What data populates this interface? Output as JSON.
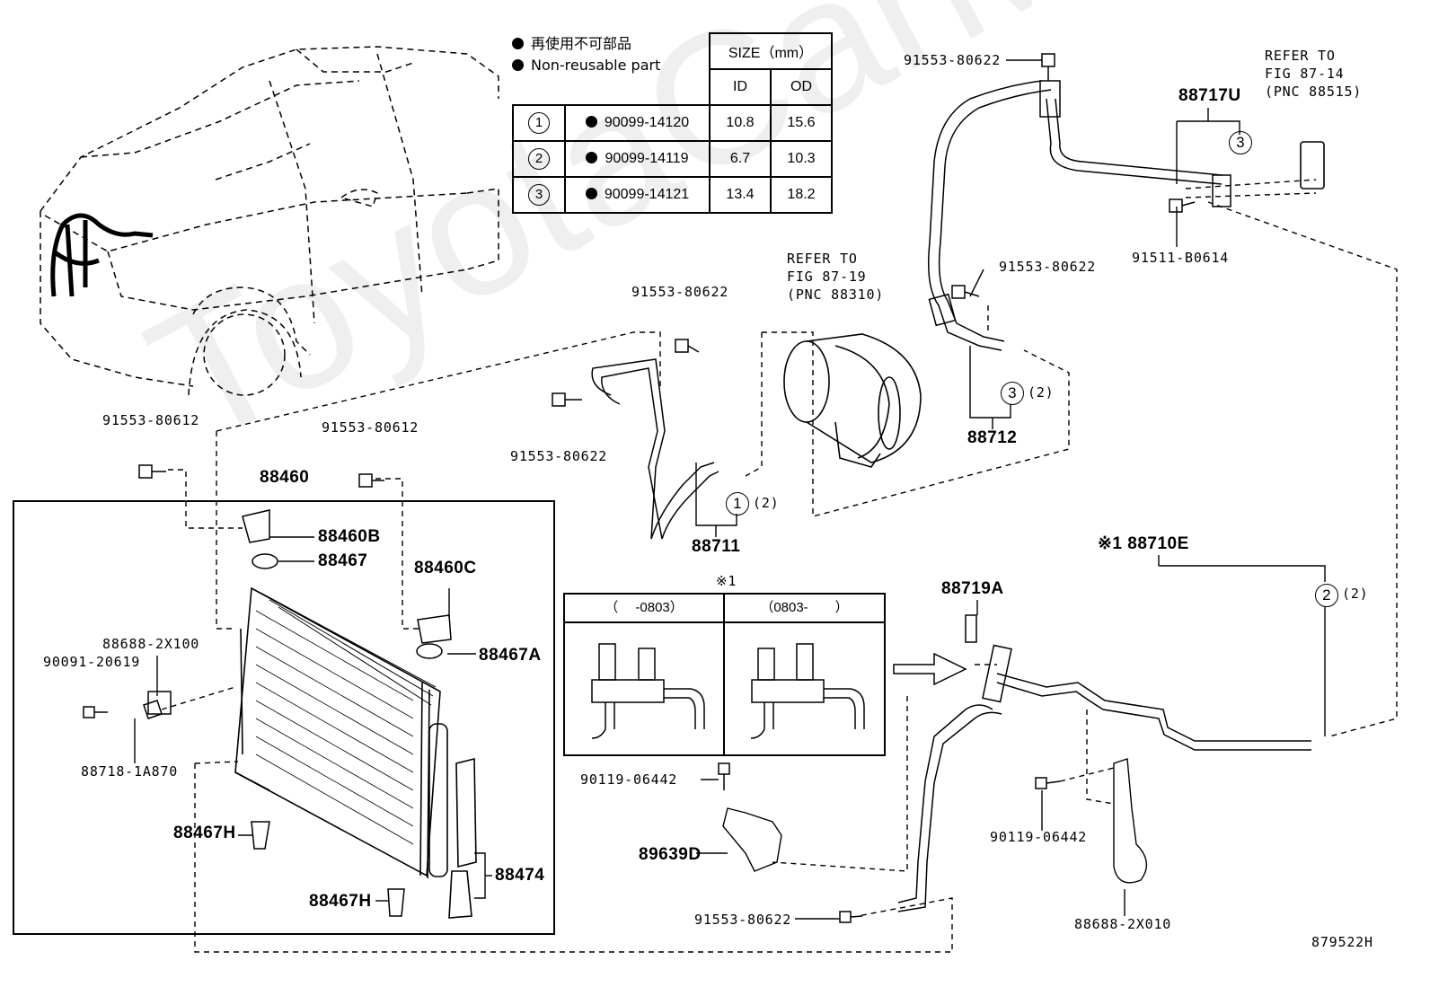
{
  "legend": {
    "jp": "再使用不可部品",
    "en": "Non-reusable part"
  },
  "size_table": {
    "header": "SIZE（mm）",
    "col_id": "ID",
    "col_od": "OD",
    "rows": [
      {
        "num": "1",
        "part": "90099-14120",
        "id": "10.8",
        "od": "15.6"
      },
      {
        "num": "2",
        "part": "90099-14119",
        "id": "6.7",
        "od": "10.3"
      },
      {
        "num": "3",
        "part": "90099-14121",
        "id": "13.4",
        "od": "18.2"
      }
    ]
  },
  "refs": {
    "ref1": [
      "REFER TO",
      "FIG 87-19",
      "(PNC 88310)"
    ],
    "ref2": [
      "REFER TO",
      "FIG 87-14",
      "(PNC 88515)"
    ]
  },
  "inset": {
    "mark": "※1",
    "left_header": "（　 -0803）",
    "right_header": "（0803-　　）"
  },
  "labels": {
    "l_91553_80622_a": "91553-80622",
    "l_88717U": "88717U",
    "l_91511_B0614": "91511-B0614",
    "l_91553_80622_b": "91553-80622",
    "l_3_2_a": "(2)",
    "l_88712": "88712",
    "l_91553_80622_c": "91553-80622",
    "l_91553_80622_d": "91553-80622",
    "l_1_2": "(2)",
    "l_88711": "88711",
    "l_91553_80612_a": "91553-80612",
    "l_91553_80612_b": "91553-80612",
    "l_88460": "88460",
    "l_88460B": "88460B",
    "l_88467": "88467",
    "l_88460C": "88460C",
    "l_88467A": "88467A",
    "l_88688_2X100": "88688-2X100",
    "l_90091_20619": "90091-20619",
    "l_88718_1A870": "88718-1A870",
    "l_88467H_a": "88467H",
    "l_88467H_b": "88467H",
    "l_88474": "88474",
    "l_88710E": "※1 88710E",
    "l_88719A": "88719A",
    "l_2_2": "(2)",
    "l_90119_06442_a": "90119-06442",
    "l_89639D": "89639D",
    "l_91553_80622_e": "91553-80622",
    "l_90119_06442_b": "90119-06442",
    "l_88688_2X010": "88688-2X010",
    "l_code": "879522H"
  },
  "circled": {
    "c3_top": "3",
    "c3_mid": "3",
    "c1": "1",
    "c2": "2"
  },
  "watermark": "ToyotaCarMine.ru"
}
